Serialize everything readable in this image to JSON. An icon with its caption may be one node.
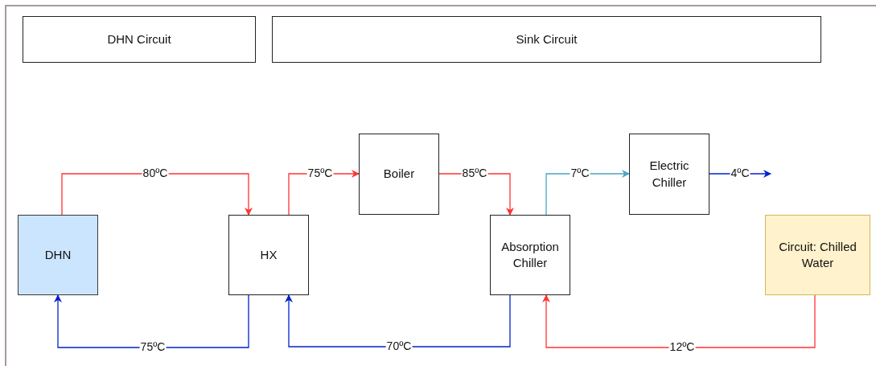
{
  "diagram": {
    "nodes": [
      {
        "text": [
          "DHN Circuit"
        ]
      },
      {
        "text": [
          "Sink Circuit"
        ]
      },
      {
        "text": [
          "DHN"
        ]
      },
      {
        "text": [
          "HX"
        ]
      },
      {
        "text": [
          "Boiler"
        ]
      },
      {
        "text": [
          "Absorption Chiller"
        ]
      },
      {
        "text": [
          "Electric Chiller"
        ]
      },
      {
        "text": [
          "Circuit: Chilled Water"
        ]
      }
    ],
    "edges": [
      {
        "from": 2,
        "to": 3,
        "arrow": "to",
        "label": "80ºC",
        "color": "#ff3333"
      },
      {
        "from": 3,
        "to": 4,
        "arrow": "to",
        "label": "75ºC",
        "color": "#ff3333"
      },
      {
        "from": 4,
        "to": 5,
        "arrow": "to",
        "label": "85ºC",
        "color": "#ff3333"
      },
      {
        "from": 5,
        "to": 6,
        "arrow": "to",
        "label": "7ºC",
        "color": "#4ba3c3"
      },
      {
        "from": 6,
        "to": null,
        "arrow": "to",
        "label": "4ºC",
        "color": "#0022cc"
      },
      {
        "from": 3,
        "to": 2,
        "arrow": "to",
        "label": "75ºC",
        "color": "#0022cc"
      },
      {
        "from": 5,
        "to": 3,
        "arrow": "to",
        "label": "70ºC",
        "color": "#0022cc"
      },
      {
        "from": 7,
        "to": 5,
        "arrow": "to",
        "label": "12ºC",
        "color": "#ff3333"
      }
    ]
  }
}
